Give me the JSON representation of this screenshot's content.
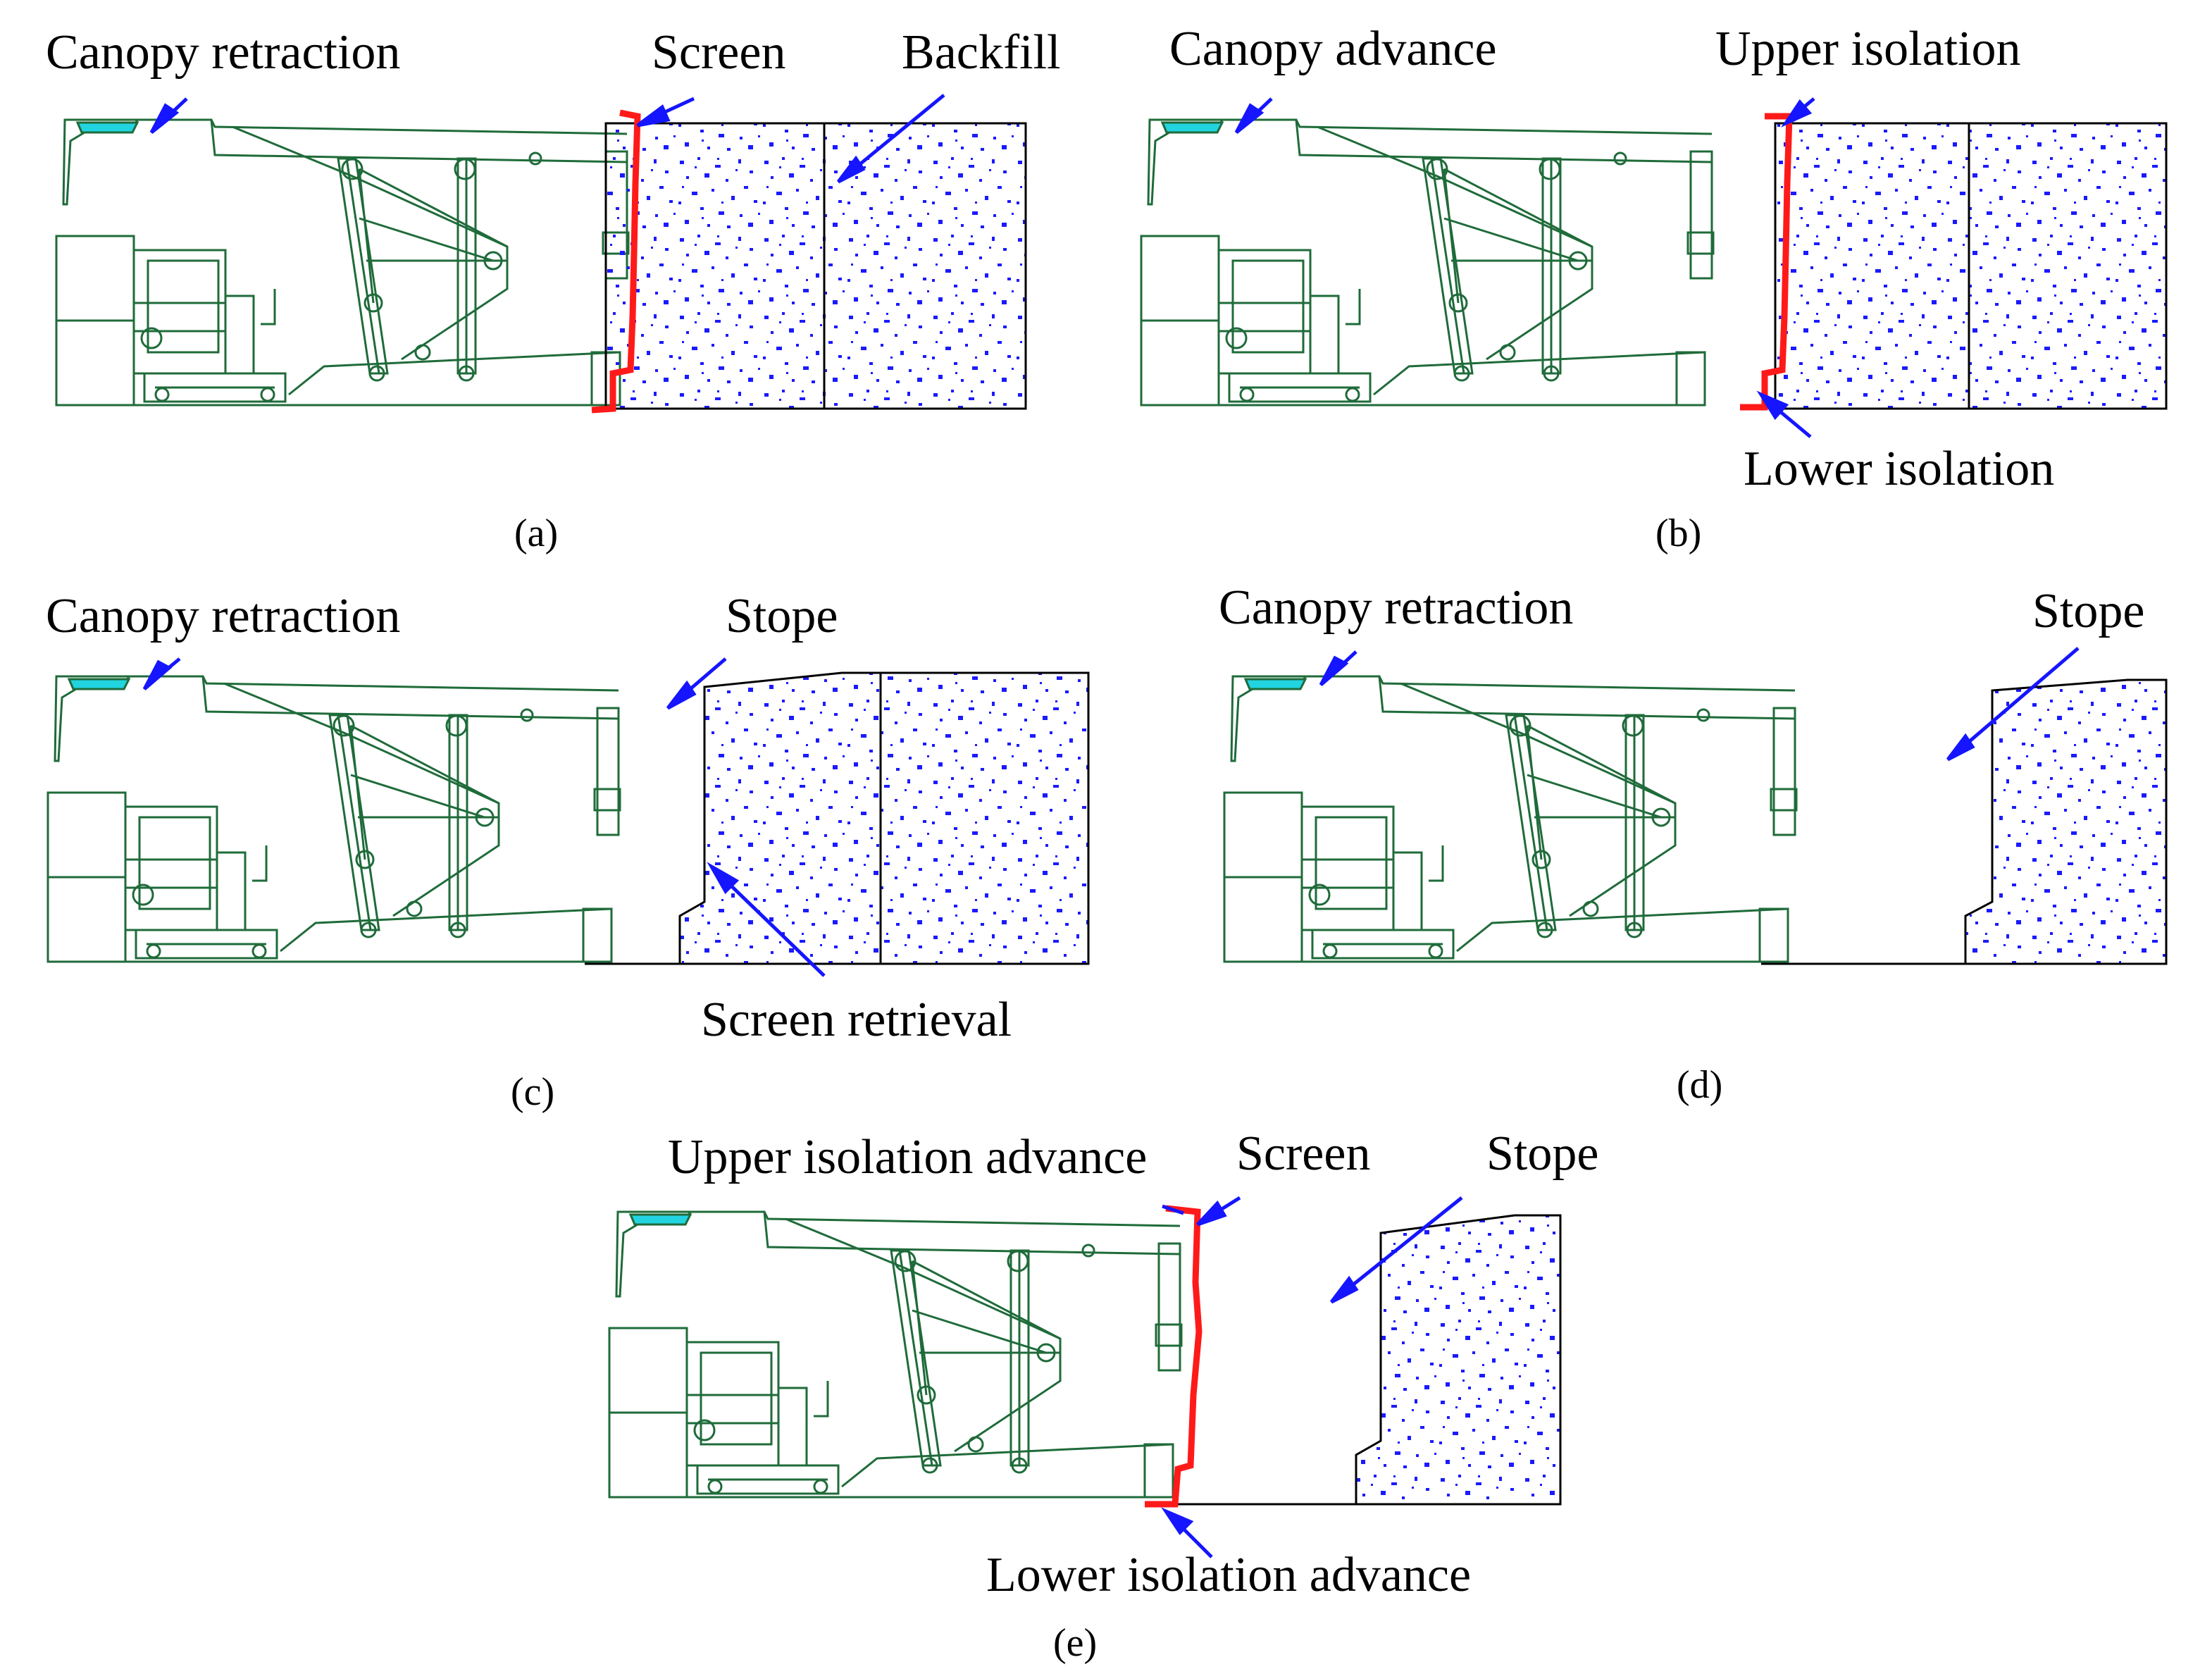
{
  "colors": {
    "machine": "#1f6b3a",
    "canopy_tip": "#22d3e0",
    "screen": "#ff1a1a",
    "arrow": "#1515ff",
    "dots": "#1a1aff",
    "outline": "#000000",
    "label": "#000000"
  },
  "panels": [
    {
      "id": "a",
      "caption": "(a)",
      "labels": {
        "canopy": "Canopy retraction",
        "screen": "Screen",
        "backfill": "Backfill"
      }
    },
    {
      "id": "b",
      "caption": "(b)",
      "labels": {
        "canopy": "Canopy advance",
        "upper": "Upper isolation",
        "lower": "Lower isolation"
      }
    },
    {
      "id": "c",
      "caption": "(c)",
      "labels": {
        "canopy": "Canopy retraction",
        "stope": "Stope",
        "retrieval": "Screen retrieval"
      }
    },
    {
      "id": "d",
      "caption": "(d)",
      "labels": {
        "canopy": "Canopy retraction",
        "stope": "Stope"
      }
    },
    {
      "id": "e",
      "caption": "(e)",
      "labels": {
        "upper": "Upper isolation advance",
        "screen": "Screen",
        "stope": "Stope",
        "lower": "Lower isolation advance"
      }
    }
  ]
}
